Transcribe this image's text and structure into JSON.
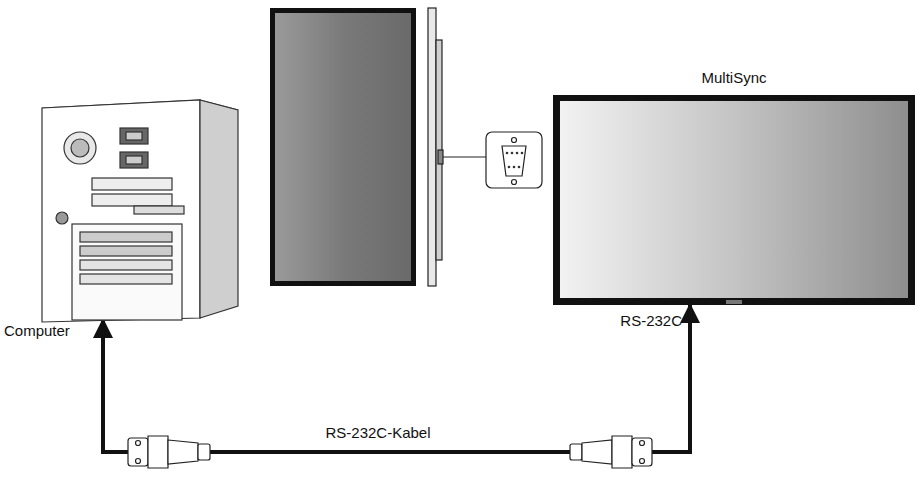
{
  "diagram": {
    "nodes": [
      {
        "text": [
          "Computer"
        ]
      },
      {
        "text": [
          "MultiSync"
        ]
      }
    ],
    "edges": [
      {
        "from": 0,
        "to": 1,
        "arrow": "both",
        "label": "RS-232C-Kabel"
      }
    ],
    "labels": [
      "RS-232C"
    ]
  }
}
